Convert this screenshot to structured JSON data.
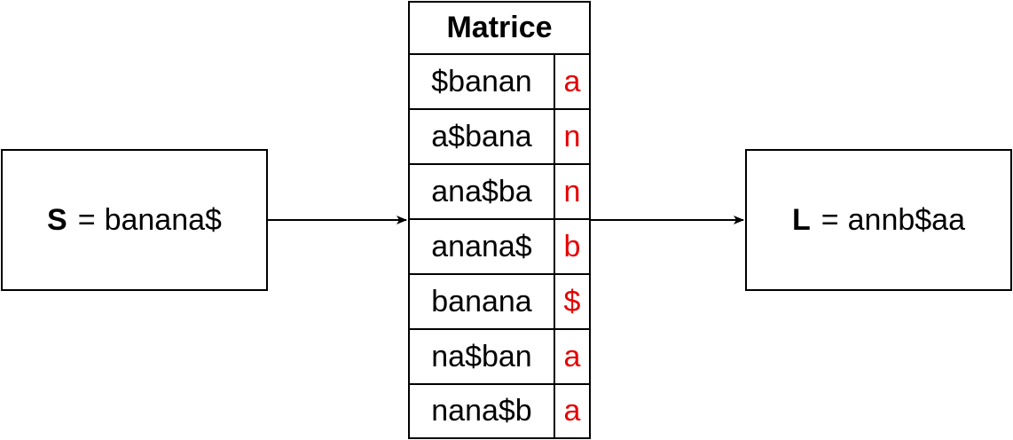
{
  "source": {
    "label": "S",
    "value": "banana$"
  },
  "matrix": {
    "title": "Matrice",
    "rows": [
      {
        "prefix": "$banan",
        "last": "a"
      },
      {
        "prefix": "a$bana",
        "last": "n"
      },
      {
        "prefix": "ana$ba",
        "last": "n"
      },
      {
        "prefix": "anana$",
        "last": "b"
      },
      {
        "prefix": "banana",
        "last": "$"
      },
      {
        "prefix": "na$ban",
        "last": "a"
      },
      {
        "prefix": "nana$b",
        "last": "a"
      }
    ]
  },
  "result": {
    "label": "L",
    "value": "annb$aa"
  },
  "colors": {
    "highlight": "#e60000",
    "stroke": "#000000"
  }
}
